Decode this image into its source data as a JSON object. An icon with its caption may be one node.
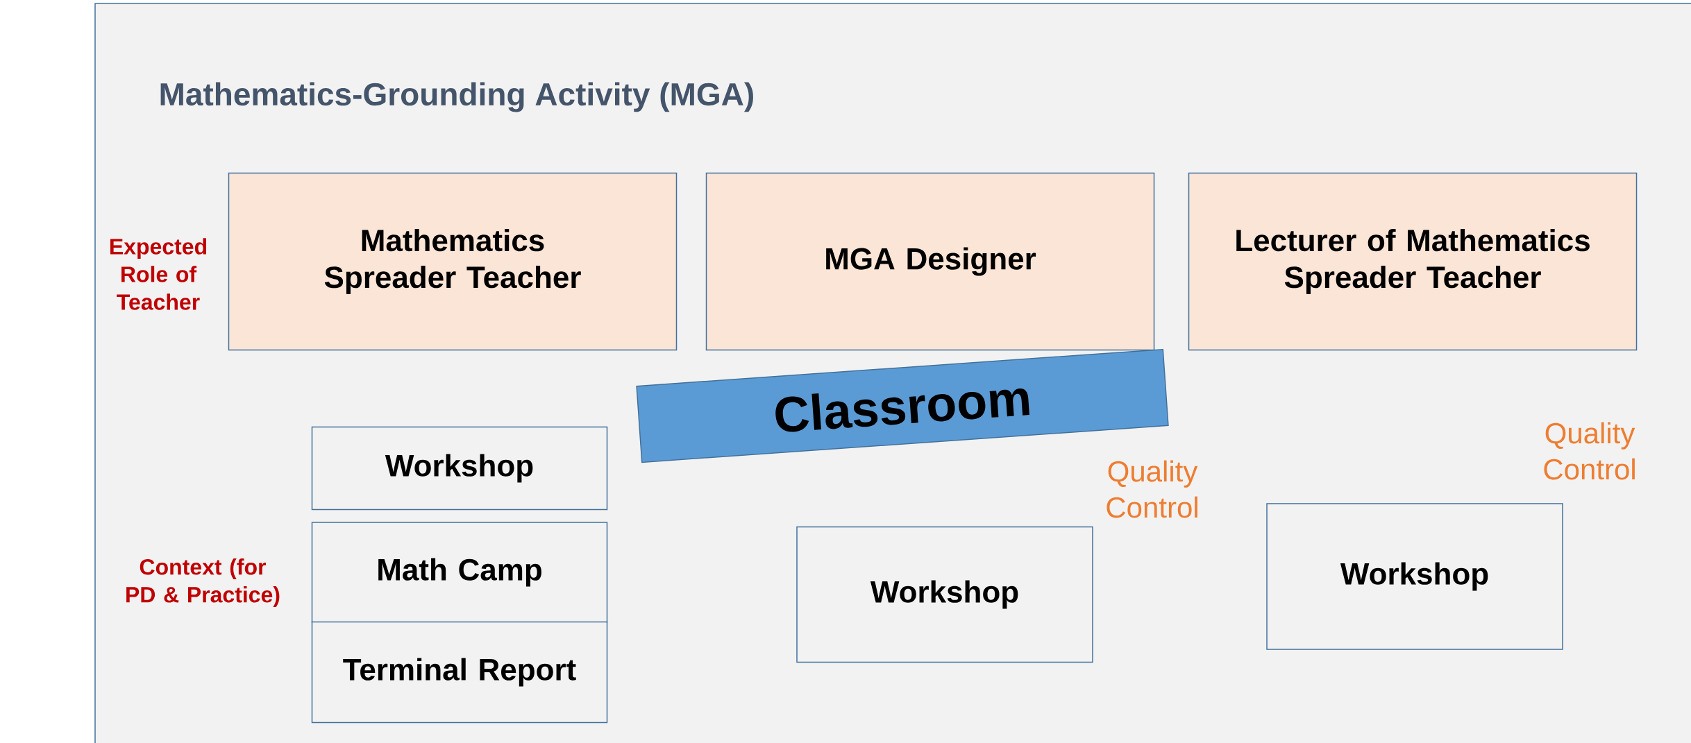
{
  "diagram": {
    "title": "Mathematics-Grounding Activity (MGA)",
    "nodes": [
      {
        "text": [
          "Mathematics Spreader Teacher"
        ]
      },
      {
        "text": [
          "MGA Designer"
        ]
      },
      {
        "text": [
          "Lecturer of Mathematics Spreader Teacher"
        ]
      },
      {
        "text": [
          "Classroom"
        ]
      },
      {
        "text": [
          "Workshop"
        ]
      },
      {
        "text": [
          "Math Camp"
        ]
      },
      {
        "text": [
          "Terminal Report"
        ]
      },
      {
        "text": [
          "Workshop"
        ]
      },
      {
        "text": [
          "Workshop"
        ]
      }
    ],
    "labels": [
      "Expected Role of Teacher",
      "Quality Control",
      "Quality Control",
      "Context (for PD & Practice)"
    ]
  }
}
